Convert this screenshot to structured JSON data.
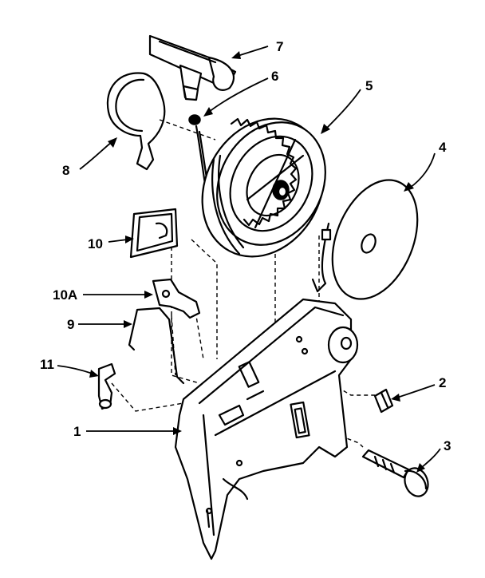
{
  "diagram": {
    "callouts": [
      {
        "id": "1",
        "label": "1"
      },
      {
        "id": "2",
        "label": "2"
      },
      {
        "id": "3",
        "label": "3"
      },
      {
        "id": "4",
        "label": "4"
      },
      {
        "id": "5",
        "label": "5"
      },
      {
        "id": "6",
        "label": "6"
      },
      {
        "id": "7",
        "label": "7"
      },
      {
        "id": "8",
        "label": "8"
      },
      {
        "id": "9",
        "label": "9"
      },
      {
        "id": "10",
        "label": "10"
      },
      {
        "id": "10A",
        "label": "10A"
      },
      {
        "id": "11",
        "label": "11"
      }
    ]
  }
}
